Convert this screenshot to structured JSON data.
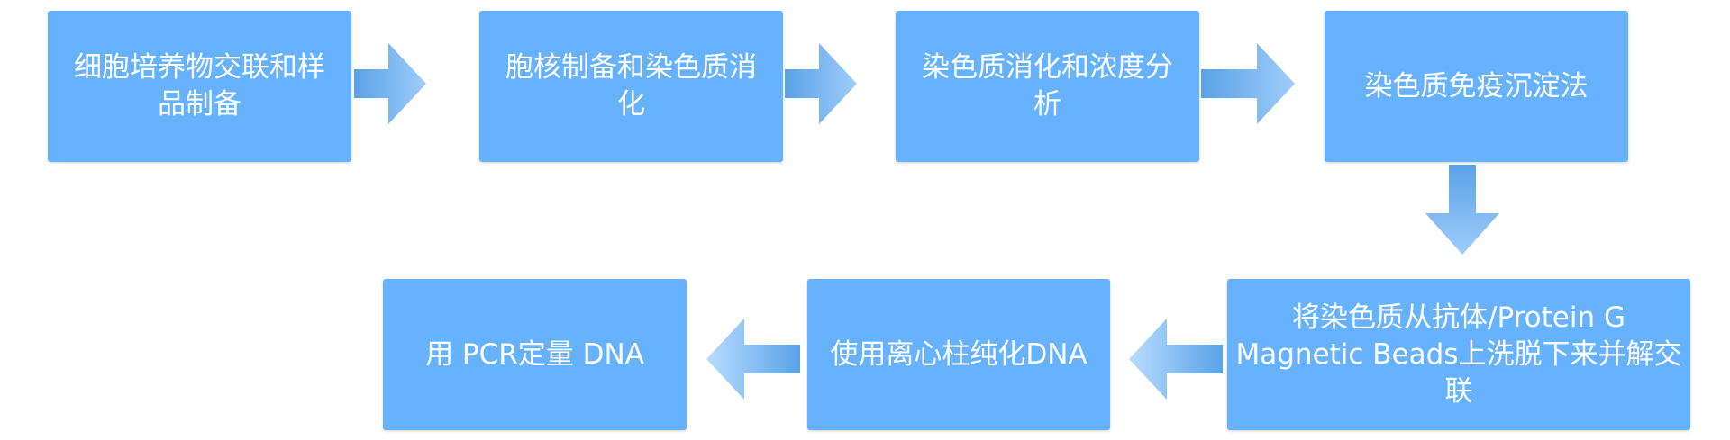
{
  "flow": {
    "steps": [
      {
        "label": "细胞培养物交联和样品制备"
      },
      {
        "label": "胞核制备和染色质消化"
      },
      {
        "label": "染色质消化和浓度分析"
      },
      {
        "label": "染色质免疫沉淀法"
      },
      {
        "label": "将染色质从抗体/Protein G Magnetic Beads上洗脱下来并解交联"
      },
      {
        "label": "使用离心柱纯化DNA"
      },
      {
        "label": "用 PCR定量 DNA"
      }
    ]
  },
  "colors": {
    "box_fill": "#66b2ff",
    "box_text": "#ffffff",
    "arrow_start": "#5aa2e6",
    "arrow_end": "#b8dcff"
  }
}
